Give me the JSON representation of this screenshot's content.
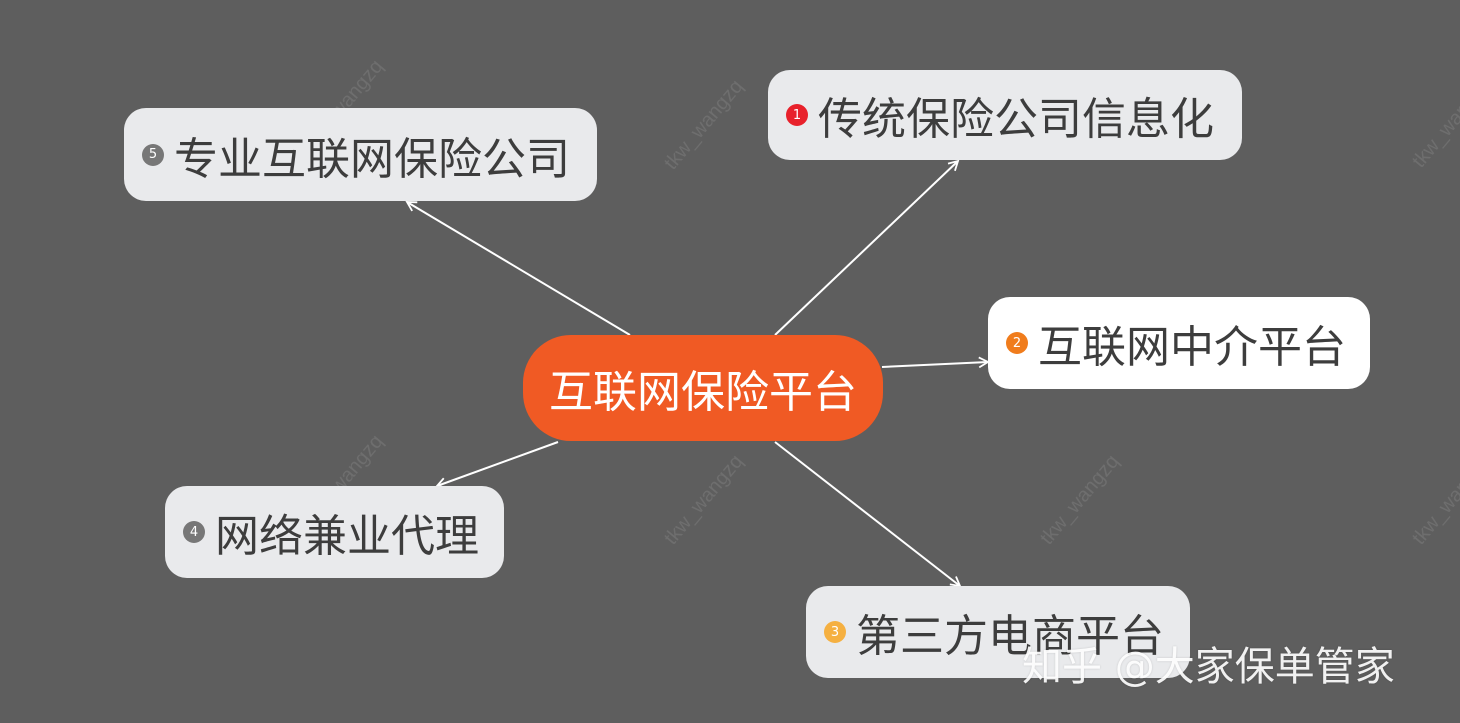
{
  "root": {
    "label": "互联网保险平台",
    "color": "#f05a24"
  },
  "branches": [
    {
      "order": "1",
      "label": "传统保险公司信息化",
      "marker_color": "#e8212b"
    },
    {
      "order": "2",
      "label": "互联网中介平台",
      "marker_color": "#f07c1c"
    },
    {
      "order": "3",
      "label": "第三方电商平台",
      "marker_color": "#f5b041"
    },
    {
      "order": "4",
      "label": "网络兼业代理",
      "marker_color": "#777777"
    },
    {
      "order": "5",
      "label": "专业互联网保险公司",
      "marker_color": "#777777"
    }
  ],
  "watermark": "tkw_wangzq",
  "credit": "知乎 @大家保单管家"
}
